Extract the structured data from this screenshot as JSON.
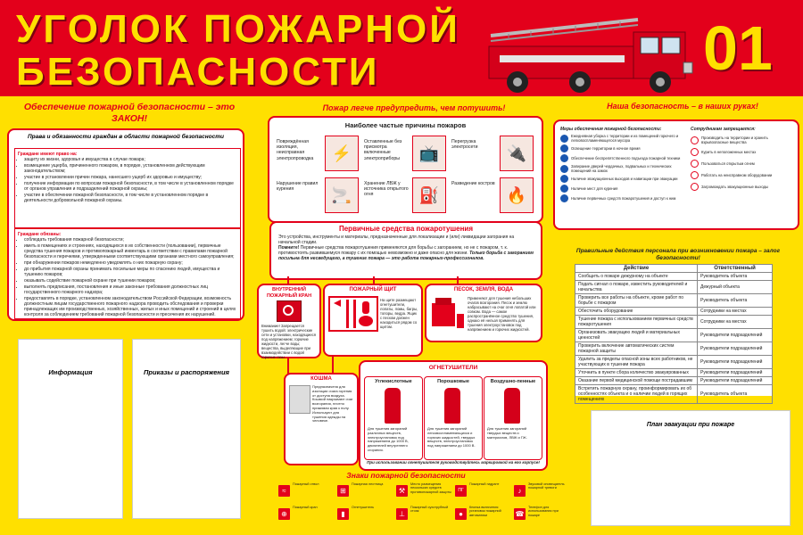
{
  "header": {
    "title_line1": "УГОЛОК ПОЖАРНОЙ",
    "title_line2": "БЕЗОПАСНОСТИ",
    "number": "01"
  },
  "left": {
    "heading": "Обеспечение пожарной безопасности – это ЗАКОН!",
    "subheading": "Права и обязанности граждан в области пожарной безопасности",
    "rights_title": "Граждане имеют право на:",
    "rights": [
      "защиту их жизни, здоровья и имущества в случае пожара;",
      "возмещение ущерба, причиненного пожаром, в порядке, установленном действующим законодательством;",
      "участие в установлении причин пожара, нанесшего ущерб их здоровью и имуществу;",
      "получение информации по вопросам пожарной безопасности, в том числе в установленном порядке от органов управления и подразделений пожарной охраны;",
      "участие в обеспечении пожарной безопасности, в том числе в установленном порядке в деятельности добровольной пожарной охраны."
    ],
    "duties_title": "Граждане обязаны:",
    "duties": [
      "соблюдать требования пожарной безопасности;",
      "иметь в помещениях и строениях, находящихся в их собственности (пользовании), первичные средства тушения пожаров и противопожарный инвентарь в соответствии с правилами пожарной безопасности и перечнями, утвержденными соответствующими органами местного самоуправления;",
      "при обнаружении пожаров немедленно уведомлять о них пожарную охрану;",
      "до прибытия пожарной охраны принимать посильные меры по спасению людей, имущества и тушению пожаров;",
      "оказывать содействие пожарной охране при тушении пожаров;",
      "выполнять предписания, постановления и иные законные требования должностных лиц государственного пожарного надзора;",
      "предоставлять в порядке, установленном законодательством Российской Федерации, возможность должностным лицам государственного пожарного надзора проводить обследования и проверки принадлежащих им производственных, хозяйственных, жилых и иных помещений и строений в целях контроля за соблюдением требований пожарной безопасности и пресечения их нарушений."
    ],
    "info_label": "Информация",
    "orders_label": "Приказы и распоряжения"
  },
  "center": {
    "slogan": "Пожар легче предупредить, чем потушить!",
    "causes_title": "Наиболее частые причины пожаров",
    "causes": [
      {
        "label": "Повреждённая изоляция, неисправная электропроводка",
        "icon": "damaged-wire-icon"
      },
      {
        "label": "Оставленные без присмотра включенные электроприборы",
        "icon": "tv-icon"
      },
      {
        "label": "Перегрузка электросети",
        "icon": "socket-icon"
      },
      {
        "label": "Нарушение правил курения",
        "icon": "cigarette-icon"
      },
      {
        "label": "Хранение ЛВЖ у источника открытого огня",
        "icon": "canister-icon"
      },
      {
        "label": "Разведение костров",
        "icon": "bonfire-icon"
      }
    ],
    "primary_title": "Первичные средства пожаротушения",
    "primary_text1": "Это устройства, инструменты и материалы, предназначенные для локализации и (или) ликвидации загорания на начальной стадии.",
    "primary_remember": "Помните!",
    "primary_text2": "Первичные средства пожаротушения применяются для борьбы с загоранием, но не с пожаром, т. к. противостоять развившемуся пожару с их помощью невозможно и даже опасно для жизни.",
    "primary_text3": "Только борьба с загоранием посильна для несведущего, а тушение пожара — это работа пожарных-профессионалов.",
    "hydrant_title": "ВНУТРЕННИЙ ПОЖАРНЫЙ КРАН",
    "hydrant_text": "Внимание! Запрещается тушить водой: электрические сети и установки, находящиеся под напряжением; горючие жидкости, легче воды; вещества, выделяющие при взаимодействии с водой горючие газы.",
    "shield_title": "ПОЖАРНЫЙ ЩИТ",
    "shield_text": "На щите размещают огнетушители, лопаты, ломы, багры, топоры, ведра. Ящик с песком должен находиться рядом со щитом.",
    "sand_title": "ПЕСОК, ЗЕМЛЯ, ВОДА",
    "sand_text": "Применяют для тушения небольших очагов возгорания. Песок и землю набрасывают на очаг огня лопатой или совком. Вода — самое распространённое средство тушения, однако её нельзя применять для тушения электроустановок под напряжением и горючих жидкостей.",
    "blanket_title": "КОШМА",
    "blanket_text": "Предназначена для изоляции очага горения от доступа воздуха. Кошмой накрывают очаг возгорания, плотно прижимая края к полу. Используют для тушения одежды на человеке.",
    "ext_title": "ОГНЕТУШИТЕЛИ",
    "ext_types": [
      {
        "name": "Углекислотные",
        "text": "Для тушения загораний различных веществ, электроустановок под напряжением до 1000 В, двигателей внутреннего сгорания."
      },
      {
        "name": "Порошковые",
        "text": "Для тушения загораний легковоспламеняющихся и горючих жидкостей, твердых веществ, электроустановок под напряжением до 1000 В."
      },
      {
        "name": "Воздушно-пенные",
        "text": "Для тушения загораний твердых веществ и материалов, ЛВЖ и ГЖ."
      }
    ],
    "ext_note": "При использовании огнетушителя руководствуйтесь маркировкой на его корпусе!",
    "signs_title": "Знаки пожарной безопасности",
    "signs": [
      {
        "label": "Пожарный ствол",
        "icon": "hose-icon",
        "color": "#e3001b"
      },
      {
        "label": "Пожарная лестница",
        "icon": "ladder-icon",
        "color": "#e3001b"
      },
      {
        "label": "Место размещения нескольких средств противопожарной защиты",
        "icon": "equipment-icon",
        "color": "#e3001b"
      },
      {
        "label": "Пожарный гидрант",
        "icon": "hydrant-icon",
        "color": "#e3001b"
      },
      {
        "label": "Звуковой оповещатель пожарной тревоги",
        "icon": "alarm-icon",
        "color": "#e3001b"
      },
      {
        "label": "Пожарный кран",
        "icon": "crane-icon",
        "color": "#e3001b"
      },
      {
        "label": "Огнетушитель",
        "icon": "extinguisher-icon",
        "color": "#e3001b"
      },
      {
        "label": "Пожарный сухотрубный стояк",
        "icon": "riser-icon",
        "color": "#e3001b"
      },
      {
        "label": "Кнопка включения установок пожарной автоматики",
        "icon": "button-icon",
        "color": "#e3001b"
      },
      {
        "label": "Телефон для использования при пожаре",
        "icon": "phone-icon",
        "color": "#e3001b"
      }
    ]
  },
  "right": {
    "heading": "Наша безопасность – в наших руках!",
    "measures_title": "Меры обеспечения пожарной безопасности:",
    "measures": [
      "Ежедневная уборка с территории и из помещений горючего и легковоспламеняющегося мусора",
      "Освещение территории в ночное время",
      "Обеспечение беспрепятственного подъезда пожарной техники",
      "Запирание дверей чердачных, подвальных и технических помещений на замок",
      "Наличие эвакуационных выходов и навигации при эвакуации",
      "Наличие мест для курения",
      "Наличие первичных средств пожаротушения и доступ к ним"
    ],
    "forbidden_title": "Сотрудникам запрещается:",
    "forbidden": [
      "Производить на территории и хранить взрывоопасные вещества",
      "Курить в неположенных местах",
      "Пользоваться открытым огнем",
      "Работать на неисправном оборудовании",
      "Загромождать эвакуационные выходы"
    ],
    "actions_title": "Правильные действия персонала при возникновении пожара – залог безопасности!",
    "table_headers": [
      "Действие",
      "Ответственный"
    ],
    "table_rows": [
      [
        "Сообщить о пожаре дежурному на объекте",
        "Руководитель объекта"
      ],
      [
        "Подать сигнал о пожаре, известить руководителей и начальства",
        "Дежурный объекта"
      ],
      [
        "Проверить все работы на объекте, кроме работ по борьбе с пожаром",
        "Руководитель объекта"
      ],
      [
        "Обесточить оборудование",
        "Сотрудники на местах"
      ],
      [
        "Тушение пожара с использованием первичных средств пожаротушения",
        "Сотрудники на местах"
      ],
      [
        "Организовать эвакуацию людей и материальных ценностей",
        "Руководители подразделений"
      ],
      [
        "Проверить включение автоматических систем пожарной защиты",
        "Руководители подразделений"
      ],
      [
        "Удалить за пределы опасной зоны всех работников, не участвующих в тушении пожара",
        "Руководители подразделений"
      ],
      [
        "Уточнить в пункте сбора количество эвакуированных",
        "Руководители подразделений"
      ],
      [
        "Оказание первой медицинской помощи пострадавшим",
        "Руководители подразделений"
      ],
      [
        "Встретить пожарную охрану, проинформировать их об особенностях объекта и о наличии людей в горящих помещениях",
        "Руководитель объекта"
      ]
    ],
    "evac_label": "План эвакуации при пожаре"
  },
  "colors": {
    "red": "#e3001b",
    "yellow": "#ffe000",
    "green": "#1f9a3c"
  }
}
